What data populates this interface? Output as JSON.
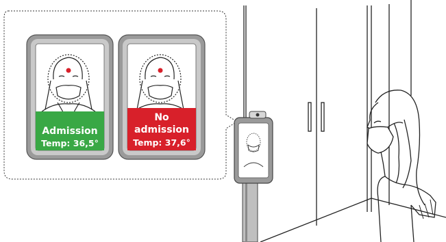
{
  "panels": [
    {
      "status_line1": "Admission",
      "status_line2": "",
      "temperature": "Temp: 36,5°",
      "status_color": "#39a845"
    },
    {
      "status_line1": "No",
      "status_line2": "admission",
      "temperature": "Temp: 37,6°",
      "status_color": "#d8202a"
    }
  ],
  "colors": {
    "line": "#222222",
    "frame_gray": "#9a9a9a",
    "stand_gray": "#bfbfbf",
    "bindi_red": "#d8202a"
  },
  "icons": [
    "face-scan-terminal-icon",
    "masked-woman-icon",
    "wardrobe-icon"
  ]
}
